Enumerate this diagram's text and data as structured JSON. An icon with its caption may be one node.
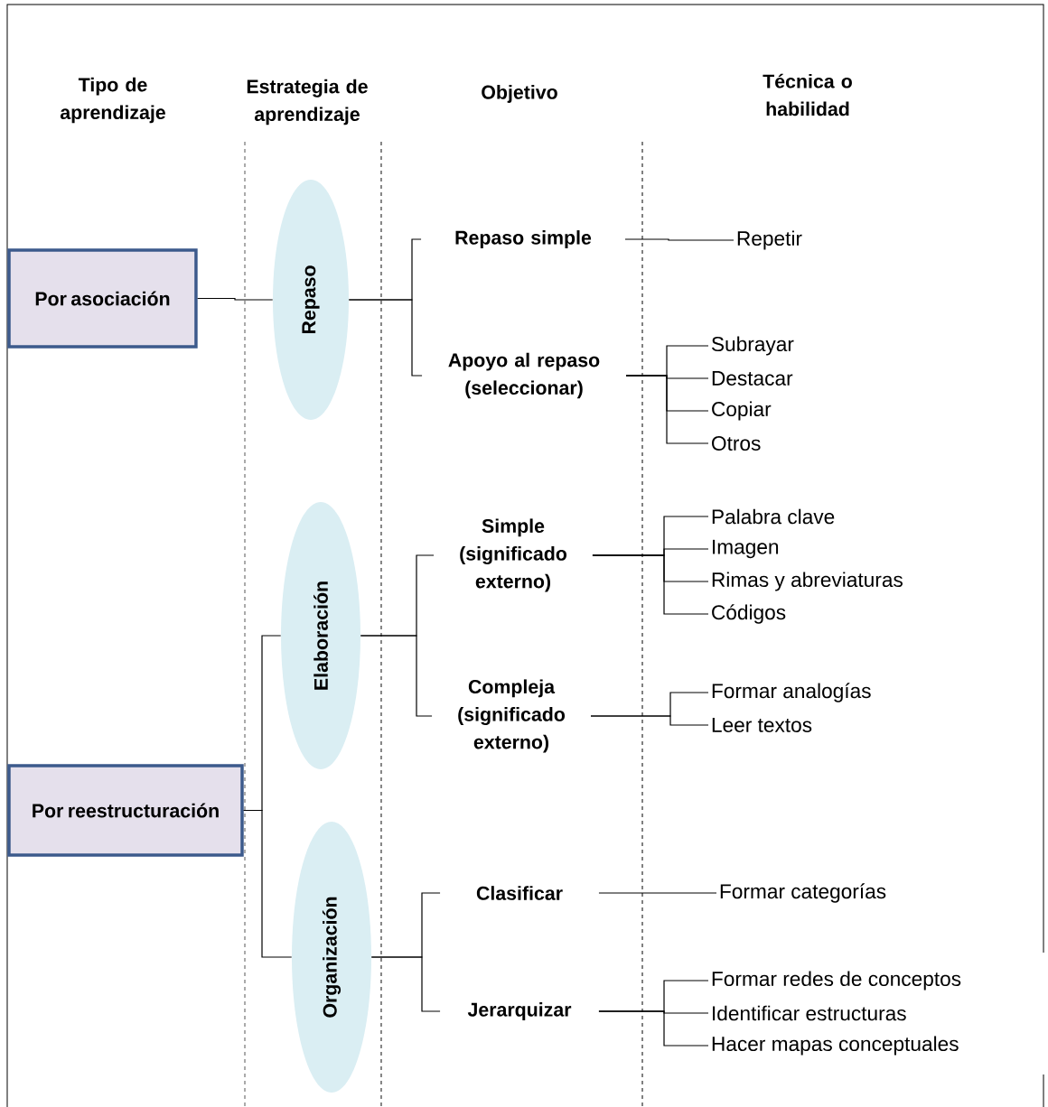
{
  "diagram": {
    "nodes": [
      {
        "text": [
          "Por asociación"
        ]
      },
      {
        "text": [
          "Repaso"
        ]
      },
      {
        "text": [
          "Repaso simple"
        ]
      },
      {
        "text": [
          "Apoyo al repaso (seleccionar)"
        ]
      },
      {
        "text": [
          "Repetir"
        ]
      },
      {
        "text": [
          "Subrayar"
        ]
      },
      {
        "text": [
          "Destacar"
        ]
      },
      {
        "text": [
          "Copiar"
        ]
      },
      {
        "text": [
          "Otros"
        ]
      },
      {
        "text": [
          "Por reestructuración"
        ]
      },
      {
        "text": [
          "Elaboración"
        ]
      },
      {
        "text": [
          "Simple (significado externo)"
        ]
      },
      {
        "text": [
          "Compleja (significado externo)"
        ]
      },
      {
        "text": [
          "Palabra clave"
        ]
      },
      {
        "text": [
          "Imagen"
        ]
      },
      {
        "text": [
          "Rimas y abreviaturas"
        ]
      },
      {
        "text": [
          "Códigos"
        ]
      },
      {
        "text": [
          "Formar analogías"
        ]
      },
      {
        "text": [
          "Leer textos"
        ]
      },
      {
        "text": [
          "Organización"
        ]
      },
      {
        "text": [
          "Clasificar"
        ]
      },
      {
        "text": [
          "Jerarquizar"
        ]
      },
      {
        "text": [
          "Formar categorías"
        ]
      },
      {
        "text": [
          "Formar redes de conceptos"
        ]
      },
      {
        "text": [
          "Identificar estructuras"
        ]
      },
      {
        "text": [
          "Hacer mapas conceptuales"
        ]
      }
    ],
    "edges": [
      {
        "from": 0,
        "to": 1,
        "arrow": "none"
      },
      {
        "from": 1,
        "to": 2,
        "arrow": "none"
      },
      {
        "from": 1,
        "to": 3,
        "arrow": "none"
      },
      {
        "from": 2,
        "to": 4,
        "arrow": "none"
      },
      {
        "from": 3,
        "to": 5,
        "arrow": "none"
      },
      {
        "from": 3,
        "to": 6,
        "arrow": "none"
      },
      {
        "from": 3,
        "to": 7,
        "arrow": "none"
      },
      {
        "from": 3,
        "to": 8,
        "arrow": "none"
      },
      {
        "from": 9,
        "to": 10,
        "arrow": "none"
      },
      {
        "from": 9,
        "to": 19,
        "arrow": "none"
      },
      {
        "from": 10,
        "to": 11,
        "arrow": "none"
      },
      {
        "from": 10,
        "to": 12,
        "arrow": "none"
      },
      {
        "from": 11,
        "to": 13,
        "arrow": "none"
      },
      {
        "from": 11,
        "to": 14,
        "arrow": "none"
      },
      {
        "from": 11,
        "to": 15,
        "arrow": "none"
      },
      {
        "from": 11,
        "to": 16,
        "arrow": "none"
      },
      {
        "from": 12,
        "to": 17,
        "arrow": "none"
      },
      {
        "from": 12,
        "to": 18,
        "arrow": "none"
      },
      {
        "from": 19,
        "to": 20,
        "arrow": "none"
      },
      {
        "from": 19,
        "to": 21,
        "arrow": "none"
      },
      {
        "from": 20,
        "to": 22,
        "arrow": "none"
      },
      {
        "from": 21,
        "to": 23,
        "arrow": "none"
      },
      {
        "from": 21,
        "to": 24,
        "arrow": "none"
      },
      {
        "from": 21,
        "to": 25,
        "arrow": "none"
      }
    ],
    "labels": [
      "Tipo de aprendizaje",
      "Estrategia de aprendizaje",
      "Objetivo",
      "Técnica o habilidad"
    ]
  }
}
